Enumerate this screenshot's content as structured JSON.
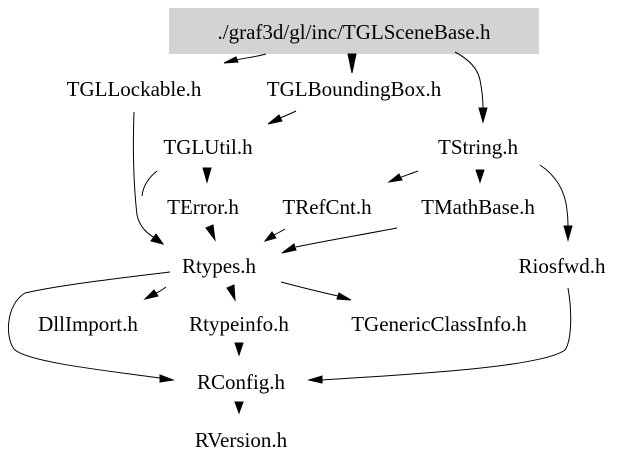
{
  "graph": {
    "root": "./graf3d/gl/inc/TGLSceneBase.h",
    "nodes": [
      {
        "id": "root",
        "label": "./graf3d/gl/inc/TGLSceneBase.h",
        "highlight": true,
        "fill": "#d3d3d3"
      },
      {
        "id": "tgllockable",
        "label": "TGLLockable.h"
      },
      {
        "id": "tglboundingbox",
        "label": "TGLBoundingBox.h"
      },
      {
        "id": "tglutil",
        "label": "TGLUtil.h"
      },
      {
        "id": "tstring",
        "label": "TString.h"
      },
      {
        "id": "terror",
        "label": "TError.h"
      },
      {
        "id": "trefcnt",
        "label": "TRefCnt.h"
      },
      {
        "id": "tmathbase",
        "label": "TMathBase.h"
      },
      {
        "id": "rtypes",
        "label": "Rtypes.h"
      },
      {
        "id": "riosfwd",
        "label": "Riosfwd.h"
      },
      {
        "id": "dllimport",
        "label": "DllImport.h"
      },
      {
        "id": "rtypeinfo",
        "label": "Rtypeinfo.h"
      },
      {
        "id": "tgenericclassinfo",
        "label": "TGenericClassInfo.h"
      },
      {
        "id": "rconfig",
        "label": "RConfig.h"
      },
      {
        "id": "rversion",
        "label": "RVersion.h"
      }
    ],
    "edges": [
      {
        "from": "root",
        "to": "tgllockable"
      },
      {
        "from": "root",
        "to": "tglboundingbox"
      },
      {
        "from": "root",
        "to": "tstring"
      },
      {
        "from": "tgllockable",
        "to": "rtypes"
      },
      {
        "from": "tglboundingbox",
        "to": "tglutil"
      },
      {
        "from": "tglutil",
        "to": "terror"
      },
      {
        "from": "tglutil",
        "to": "rtypes"
      },
      {
        "from": "tstring",
        "to": "trefcnt"
      },
      {
        "from": "tstring",
        "to": "tmathbase"
      },
      {
        "from": "tstring",
        "to": "riosfwd"
      },
      {
        "from": "terror",
        "to": "rtypes"
      },
      {
        "from": "trefcnt",
        "to": "rtypes"
      },
      {
        "from": "tmathbase",
        "to": "rtypes"
      },
      {
        "from": "rtypes",
        "to": "dllimport"
      },
      {
        "from": "rtypes",
        "to": "rtypeinfo"
      },
      {
        "from": "rtypes",
        "to": "tgenericclassinfo"
      },
      {
        "from": "rtypes",
        "to": "rconfig"
      },
      {
        "from": "rtypeinfo",
        "to": "rconfig"
      },
      {
        "from": "riosfwd",
        "to": "rconfig"
      },
      {
        "from": "rconfig",
        "to": "rversion"
      }
    ]
  }
}
